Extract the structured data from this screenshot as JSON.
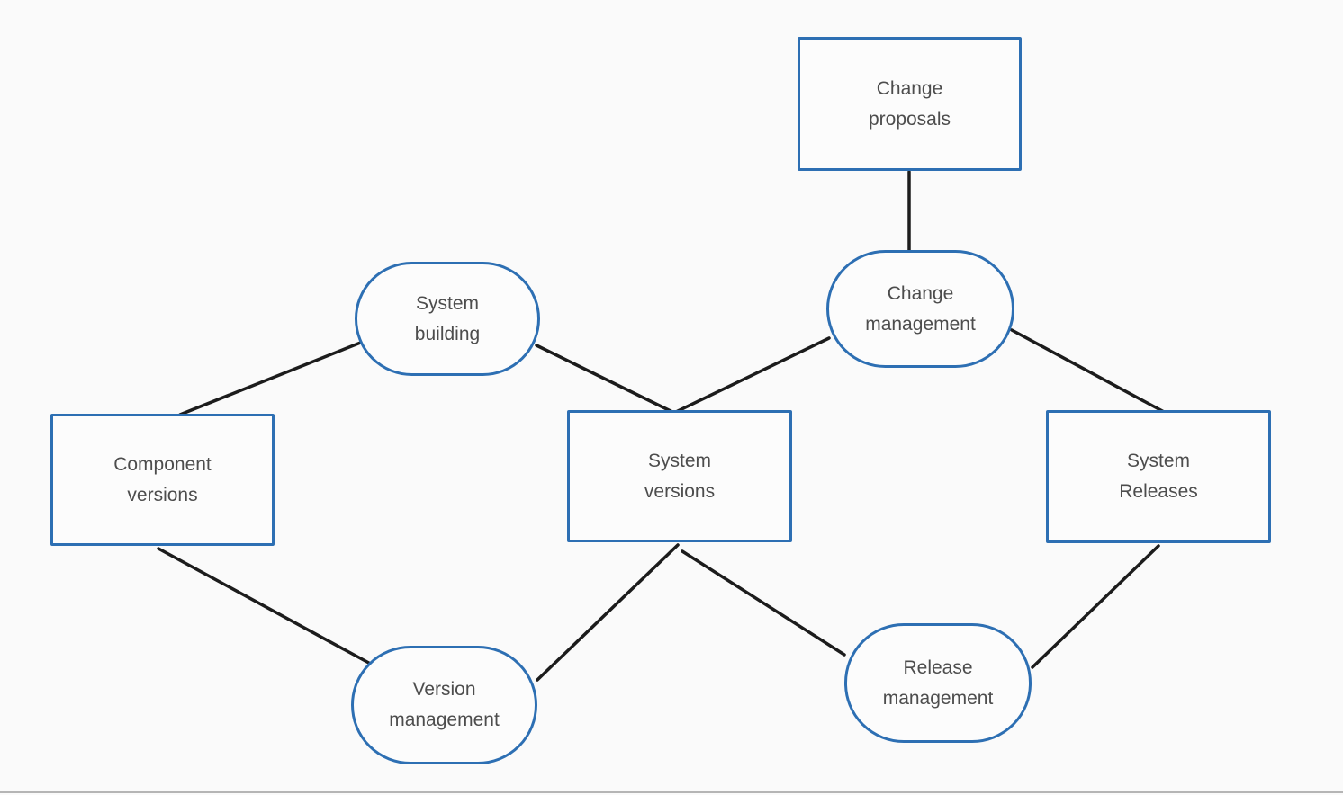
{
  "diagram": {
    "colors": {
      "background": "#fafafa",
      "node_border": "#2d6fb3",
      "node_fill": "#fcfcfc",
      "edge": "#1c1c1c",
      "text": "#4d4d4d",
      "bottom_divider": "#b5b5b5"
    },
    "nodes": [
      {
        "id": "change-proposals",
        "shape": "rectangle",
        "label": "Change proposals",
        "lines": [
          "Change",
          "proposals"
        ]
      },
      {
        "id": "system-building",
        "shape": "rounded",
        "label": "System building",
        "lines": [
          "System",
          "building"
        ]
      },
      {
        "id": "change-management",
        "shape": "rounded",
        "label": "Change management",
        "lines": [
          "Change",
          "management"
        ]
      },
      {
        "id": "component-versions",
        "shape": "rectangle",
        "label": "Component versions",
        "lines": [
          "Component",
          "versions"
        ]
      },
      {
        "id": "system-versions",
        "shape": "rectangle",
        "label": "System versions",
        "lines": [
          "System",
          "versions"
        ]
      },
      {
        "id": "system-releases",
        "shape": "rectangle",
        "label": "System Releases",
        "lines": [
          "System",
          "Releases"
        ]
      },
      {
        "id": "version-management",
        "shape": "rounded",
        "label": "Version management",
        "lines": [
          "Version",
          "management"
        ]
      },
      {
        "id": "release-management",
        "shape": "rounded",
        "label": "Release management",
        "lines": [
          "Release",
          "management"
        ]
      }
    ],
    "edges": [
      {
        "from": "change-proposals",
        "to": "change-management"
      },
      {
        "from": "system-building",
        "to": "component-versions"
      },
      {
        "from": "system-building",
        "to": "system-versions"
      },
      {
        "from": "change-management",
        "to": "system-versions"
      },
      {
        "from": "change-management",
        "to": "system-releases"
      },
      {
        "from": "component-versions",
        "to": "version-management"
      },
      {
        "from": "version-management",
        "to": "system-versions"
      },
      {
        "from": "system-versions",
        "to": "release-management"
      },
      {
        "from": "release-management",
        "to": "system-releases"
      }
    ]
  }
}
